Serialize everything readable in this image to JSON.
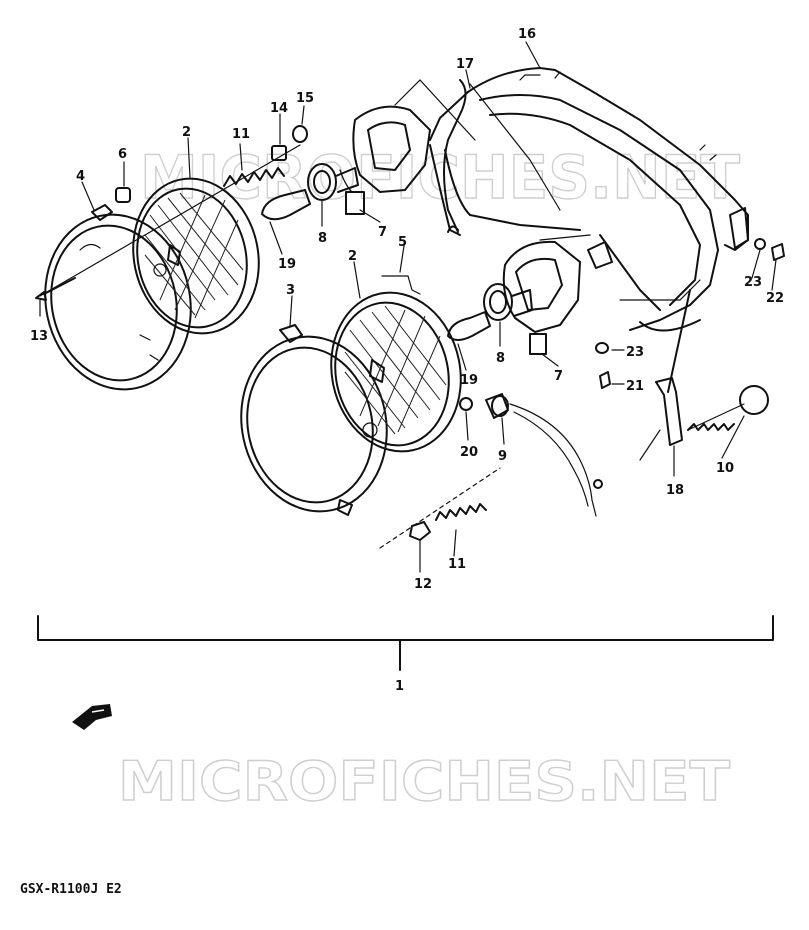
{
  "diagram": {
    "watermark_top": "MICROFICHES.NET",
    "watermark_bottom": "MICROFICHES.NET",
    "model_code": "GSX-R1100J  E2",
    "assembly_label": "1",
    "callouts": {
      "c16": "16",
      "c17": "17",
      "c14": "14",
      "c15": "15",
      "c11a": "11",
      "c2a": "2",
      "c6": "6",
      "c4": "4",
      "c13": "13",
      "c8a": "8",
      "c7a": "7",
      "c19a": "19",
      "c5": "5",
      "c2b": "2",
      "c3": "3",
      "c23a": "23",
      "c22": "22",
      "c8b": "8",
      "c7b": "7",
      "c19b": "19",
      "c23b": "23",
      "c21": "21",
      "c20": "20",
      "c9": "9",
      "c10": "10",
      "c18": "18",
      "c12": "12",
      "c11b": "11"
    }
  }
}
